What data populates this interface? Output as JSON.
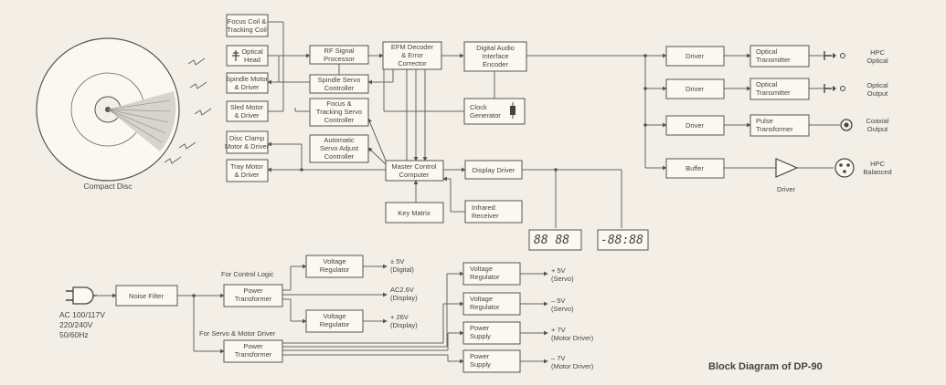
{
  "blocks": {
    "focus_coil": [
      "Focus Coil &",
      "Tracking Coil"
    ],
    "optical_head": [
      "Optical",
      "Head"
    ],
    "spindle_motor": [
      "Spindle Motor",
      "& Driver"
    ],
    "sled_motor": [
      "Sled Motor",
      "& Driver"
    ],
    "disc_clamp": [
      "Disc Clamp",
      "Motor & Driver"
    ],
    "tray_motor": [
      "Tray Motor",
      "& Driver"
    ],
    "rf_processor": [
      "RF Signal",
      "Processor"
    ],
    "spindle_servo": [
      "Spindle Servo",
      "Controller"
    ],
    "focus_servo": [
      "Focus &",
      "Tracking Servo",
      "Controller"
    ],
    "auto_servo": [
      "Automatic",
      "Servo Adjust",
      "Controller"
    ],
    "efm_decoder": [
      "EFM Decoder",
      "& Error",
      "Corrector"
    ],
    "dai_encoder": [
      "Digital Audio",
      "Interface",
      "Encoder"
    ],
    "clock_gen": [
      "Clock",
      "Generator"
    ],
    "master_control": [
      "Master Control",
      "Computer"
    ],
    "display_driver": [
      "Display Driver"
    ],
    "key_matrix": [
      "Key Matrix"
    ],
    "infrared": [
      "Infrared",
      "Receiver"
    ],
    "driver1": [
      "Driver"
    ],
    "driver2": [
      "Driver"
    ],
    "driver3": [
      "Driver"
    ],
    "buffer": [
      "Buffer"
    ],
    "opt_tx1": [
      "Optical",
      "Transmitter"
    ],
    "opt_tx2": [
      "Optical",
      "Transmitter"
    ],
    "pulse_tx": [
      "Pulse",
      "Transformer"
    ],
    "noise_filter": [
      "Noise Filter"
    ],
    "power_tx1": [
      "Power",
      "Transformer"
    ],
    "power_tx2": [
      "Power",
      "Transformer"
    ],
    "vreg1": [
      "Voltage",
      "Regulator"
    ],
    "vreg2": [
      "Voltage",
      "Regulator"
    ],
    "vreg3": [
      "Voltage",
      "Regulator"
    ],
    "vreg4": [
      "Voltage",
      "Regulator"
    ],
    "psu1": [
      "Power",
      "Supply"
    ],
    "psu2": [
      "Power",
      "Supply"
    ]
  },
  "labels": {
    "compact_disc": "Compact Disc",
    "hpc_optical": [
      "HPC",
      "Optical"
    ],
    "optical_output": [
      "Optical",
      "Output"
    ],
    "coaxial_output": [
      "Coaxial",
      "Output"
    ],
    "hpc_balanced": [
      "HPC",
      "Balanced"
    ],
    "driver_amp": "Driver",
    "lcd1": "88 88",
    "lcd2": "-88:88",
    "ac_input": [
      "AC 100/117V",
      "220/240V",
      "50/60Hz"
    ],
    "for_control_logic": "For Control Logic",
    "for_servo_motor": "For Servo & Motor Driver",
    "out_5v_digital": [
      "± 5V",
      "(Digital)"
    ],
    "out_ac26v_display": [
      "AC2.6V",
      "(Display)"
    ],
    "out_26v_display": [
      "+ 26V",
      "(Display)"
    ],
    "out_p5v_servo": [
      "+ 5V",
      "(Servo)"
    ],
    "out_m5v_servo": [
      "– 5V",
      "(Servo)"
    ],
    "out_p7v_motor": [
      "+ 7V",
      "(Motor Driver)"
    ],
    "out_m7v_motor": [
      "– 7V",
      "(Motor Driver)"
    ],
    "diagram_title": "Block Diagram of DP-90"
  },
  "colors": {
    "background": "#f3efe6",
    "line": "#666666",
    "text": "#444444"
  }
}
